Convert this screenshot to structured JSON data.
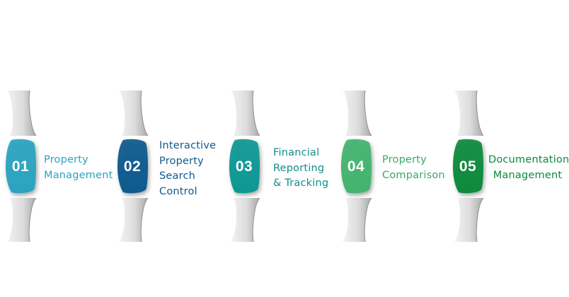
{
  "steps": [
    {
      "number": "01",
      "label": [
        "Property",
        "Management"
      ],
      "color": "#2aa3c0",
      "text_color": "#2aa3c0",
      "align": "left"
    },
    {
      "number": "02",
      "label": [
        "Interactive",
        "Property",
        "Search",
        "Control"
      ],
      "color": "#0e5a8e",
      "text_color": "#0e5a8e",
      "align": "left"
    },
    {
      "number": "03",
      "label": [
        "Financial",
        "Reporting",
        "& Tracking"
      ],
      "color": "#0f9894",
      "text_color": "#0f8f8c",
      "align": "left"
    },
    {
      "number": "04",
      "label": [
        "Property",
        "Comparison"
      ],
      "color": "#43b36f",
      "text_color": "#3aa867",
      "align": "left"
    },
    {
      "number": "05",
      "label": [
        "Documentation",
        "Management"
      ],
      "color": "#0a8a3c",
      "text_color": "#0a8a3c",
      "align": "center"
    }
  ]
}
